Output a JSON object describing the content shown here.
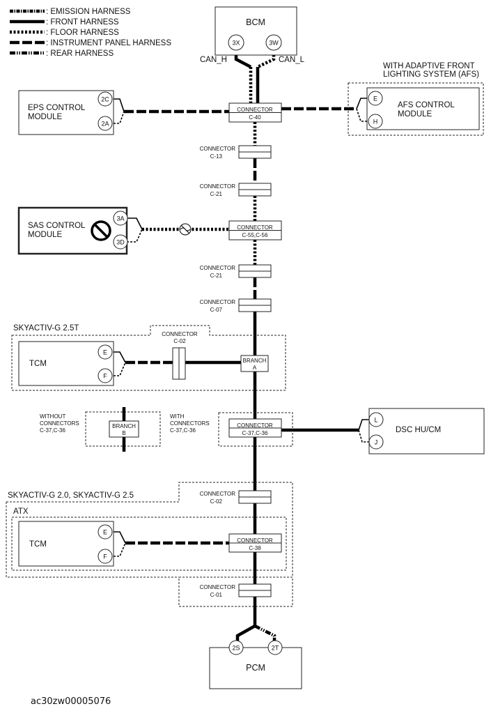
{
  "legend": [
    {
      "label": ": EMISSION HARNESS",
      "style": "emission"
    },
    {
      "label": ": FRONT HARNESS",
      "style": "front"
    },
    {
      "label": ": FLOOR HARNESS",
      "style": "floor"
    },
    {
      "label": ": INSTRUMENT PANEL HARNESS",
      "style": "instrument"
    },
    {
      "label": ": REAR HARNESS",
      "style": "rear"
    }
  ],
  "bcm": {
    "label": "BCM",
    "pin_h": "3X",
    "pin_l": "3W",
    "can_h": "CAN_H",
    "can_l": "CAN_L"
  },
  "eps": {
    "line1": "EPS CONTROL",
    "line2": "MODULE",
    "pin1": "2C",
    "pin2": "2A"
  },
  "afs": {
    "group_line1": "WITH ADAPTIVE FRONT",
    "group_line2": "LIGHTING SYSTEM (AFS)",
    "line1": "AFS CONTROL",
    "line2": "MODULE",
    "pin1": "E",
    "pin2": "H"
  },
  "sas": {
    "line1": "SAS CONTROL",
    "line2": "MODULE",
    "pin1": "3A",
    "pin2": "3D"
  },
  "connectors": {
    "c40": {
      "line1": "CONNECTOR",
      "line2": "C-40"
    },
    "c13": {
      "line1": "CONNECTOR",
      "line2": "C-13"
    },
    "c21a": {
      "line1": "CONNECTOR",
      "line2": "C-21"
    },
    "c55": {
      "line1": "CONNECTOR",
      "line2": "C-55,C-56"
    },
    "c21b": {
      "line1": "CONNECTOR",
      "line2": "C-21"
    },
    "c07": {
      "line1": "CONNECTOR",
      "line2": "C-07"
    },
    "c02a": {
      "line1": "CONNECTOR",
      "line2": "C-02"
    },
    "c37": {
      "line1": "CONNECTOR",
      "line2": "C-37,C-36"
    },
    "c02b": {
      "line1": "CONNECTOR",
      "line2": "C-02"
    },
    "c38": {
      "line1": "CONNECTOR",
      "line2": "C-38"
    },
    "c01": {
      "line1": "CONNECTOR",
      "line2": "C-01"
    }
  },
  "skyactiv25t": {
    "label": "SKYACTIV-G 2.5T",
    "tcm": "TCM",
    "pin1": "E",
    "pin2": "F",
    "branch_line1": "BRANCH",
    "branch_line2": "A"
  },
  "branch_b": {
    "line1": "BRANCH",
    "line2": "B",
    "without_l1": "WITHOUT",
    "without_l2": "CONNECTORS",
    "without_l3": "C-37,C-36",
    "with_l1": "WITH",
    "with_l2": "CONNECTORS",
    "with_l3": "C-37,C-36"
  },
  "dsc": {
    "label": "DSC HU/CM",
    "pin1": "L",
    "pin2": "J"
  },
  "skyactiv20": {
    "label": "SKYACTIV-G 2.0, SKYACTIV-G 2.5",
    "atx": "ATX",
    "tcm": "TCM",
    "pin1": "E",
    "pin2": "F"
  },
  "pcm": {
    "label": "PCM",
    "pin1": "2S",
    "pin2": "2T"
  },
  "footer": {
    "code": "ac30zw00005076"
  }
}
